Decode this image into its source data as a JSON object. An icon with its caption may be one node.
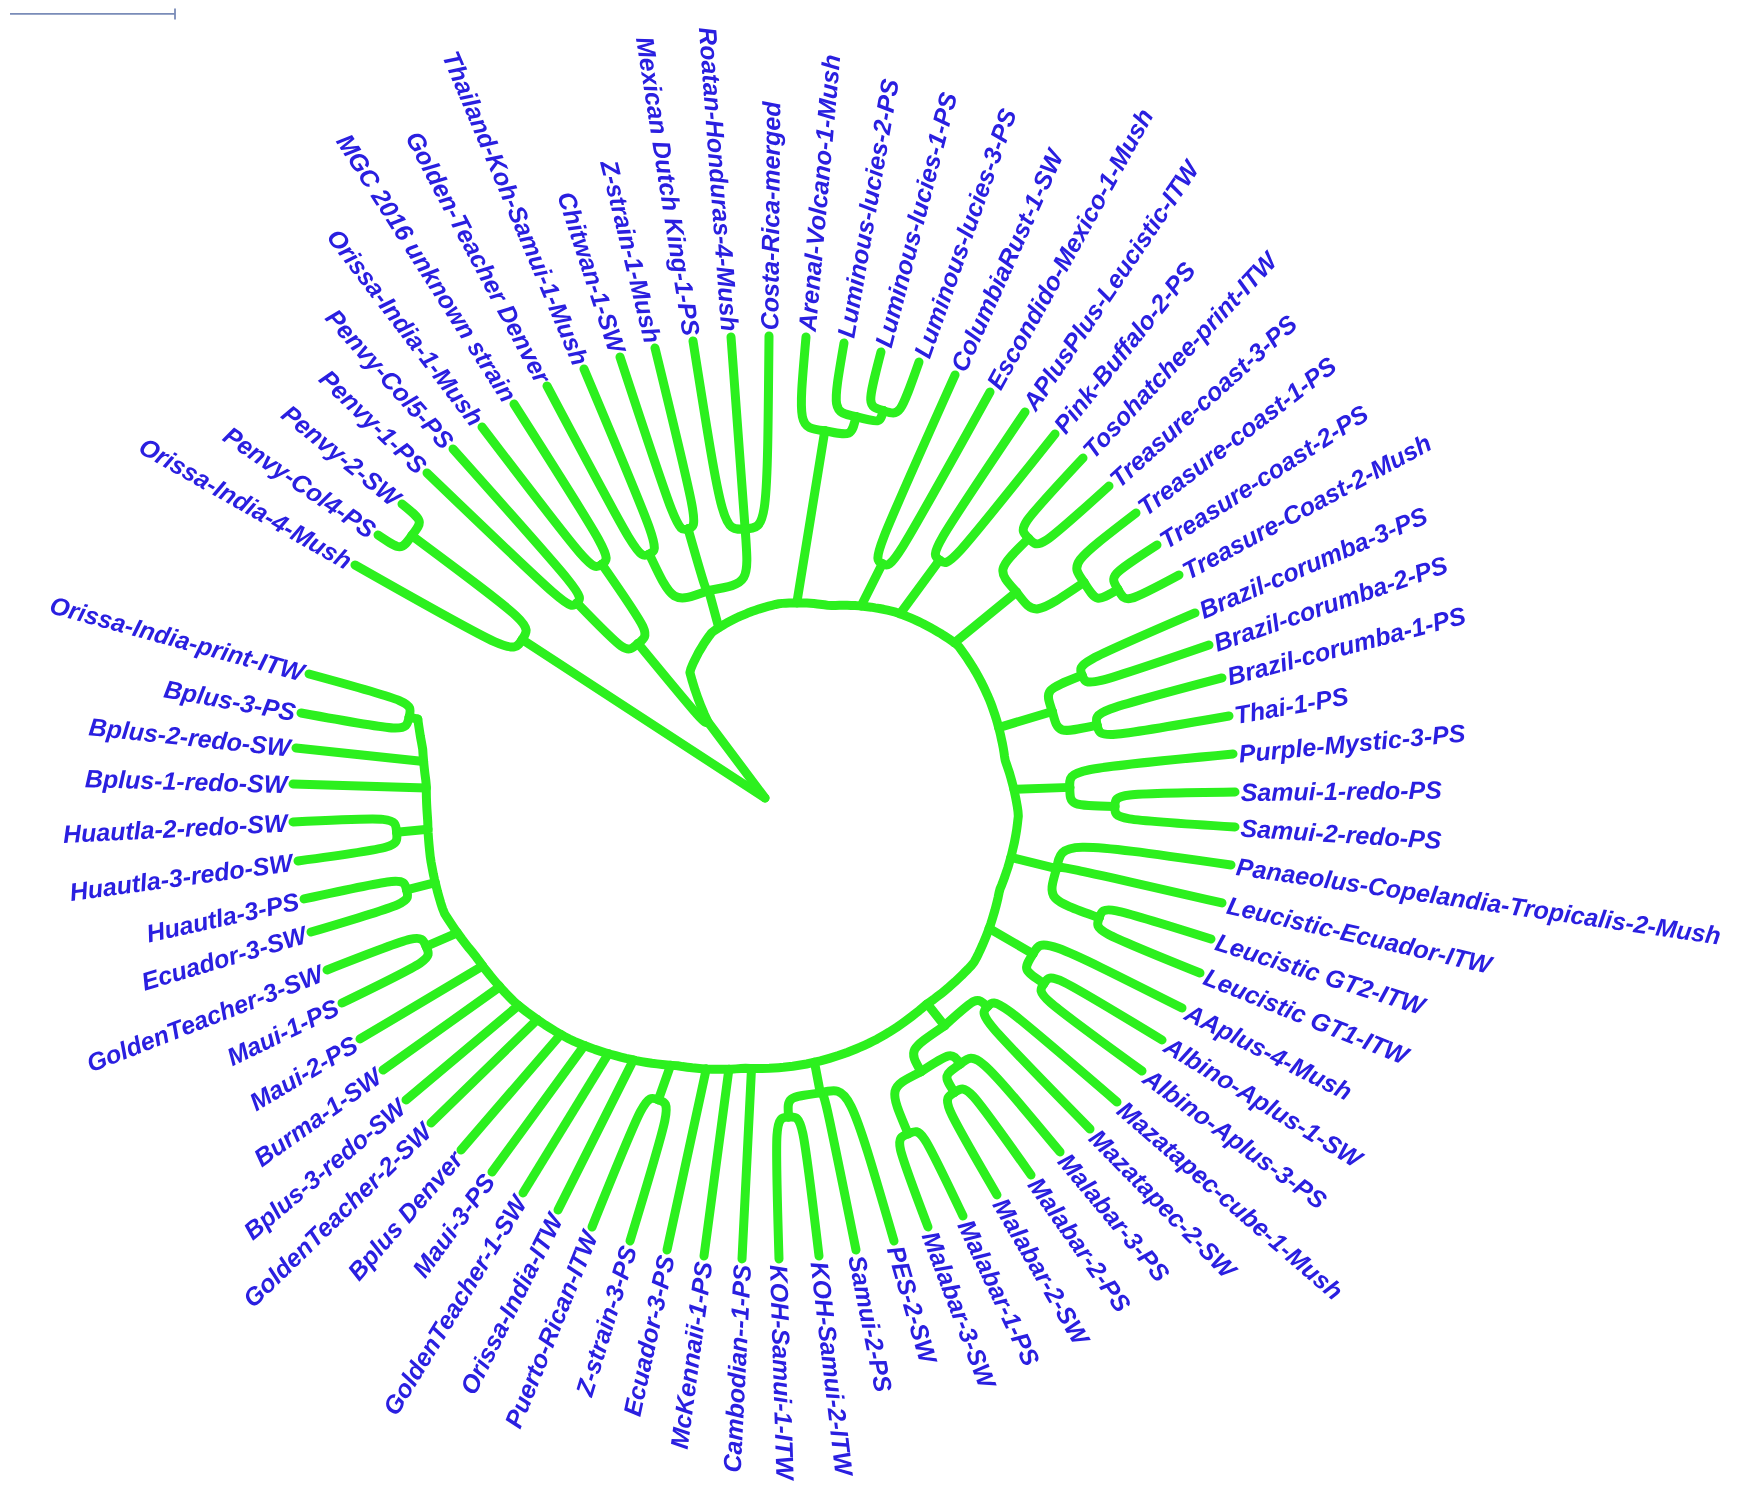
{
  "diagram": {
    "labels": [
      "Orissa-India-4-Mush",
      "Penvy-Col4-PS",
      "Penvy-2-SW",
      "Penvy-1-PS",
      "Penvy-Col5-PS",
      "Orissa-India-1-Mush",
      "MGC 2016 unknown strain",
      "Golden-Teacher Denver",
      "Thailand-Koh-Samui-1-Mush",
      "Chitwan-1-SW",
      "Z-strain-1-Mush",
      "Mexican Dutch King-1-PS",
      "Roatan-Honduras-4-Mush",
      "Costa-Rica-merged",
      "Arenal-Volcano-1-Mush",
      "Luminous-lucies-2-PS",
      "Luminous-lucies-1-PS",
      "Luminous-lucies-3-PS",
      "ColumbiaRust-1-SW",
      "Escondido-Mexico-1-Mush",
      "APlusPlus-Leucistic-ITW",
      "Pink-Buffalo-2-PS",
      "Tosohatchee-print-ITW",
      "Treasure-coast-3-PS",
      "Treasure-coast-1-PS",
      "Treasure-coast-2-PS",
      "Treasure-Coast-2-Mush",
      "Brazil-corumba-3-PS",
      "Brazil-corumba-2-PS",
      "Brazil-corumba-1-PS",
      "Thai-1-PS",
      "Purple-Mystic-3-PS",
      "Samui-1-redo-PS",
      "Samui-2-redo-PS",
      "Panaeolus-Copelandia-Tropicalis-2-Mush",
      "Leucistic-Ecuador-ITW",
      "Leucistic GT2-ITW",
      "Leucistic GT1-ITW",
      "AAplus-4-Mush",
      "Albino-Aplus-1-SW",
      "Albino-Aplus-3-PS",
      "Mazatapec-cube-1-Mush",
      "Mazatapec-2-SW",
      "Malabar-3-PS",
      "Malabar-2-PS",
      "Malabar-2-SW",
      "Malabar-1-PS",
      "Malabar-3-SW",
      "Orissa-India-print-ITW",
      "Bplus-3-PS",
      "Bplus-2-redo-SW",
      "Bplus-1-redo-SW",
      "Huautla-2-redo-SW",
      "Huautla-3-redo-SW",
      "Huautla-3-PS",
      "Ecuador-3-SW",
      "GoldenTeacher-3-SW",
      "Maui-1-PS",
      "Maui-2-PS",
      "Burma-1-SW",
      "Bplus-3-redo-SW",
      "GoldenTeacher-2-SW",
      "Bplus Denver",
      "Maui-3-PS",
      "GoldenTeacher-1-SW",
      "Orissa-India-ITW",
      "Puerto-Rican-ITW",
      "Z-strain-3-PS",
      "Ecuador-3-PS",
      "McKennaii-1-PS",
      "Cambodian--1-PS",
      "KOH-Samui-1-ITW",
      "KOH-Samui-2-ITW",
      "Samui-2-PS",
      "PES-2-SW"
    ]
  }
}
